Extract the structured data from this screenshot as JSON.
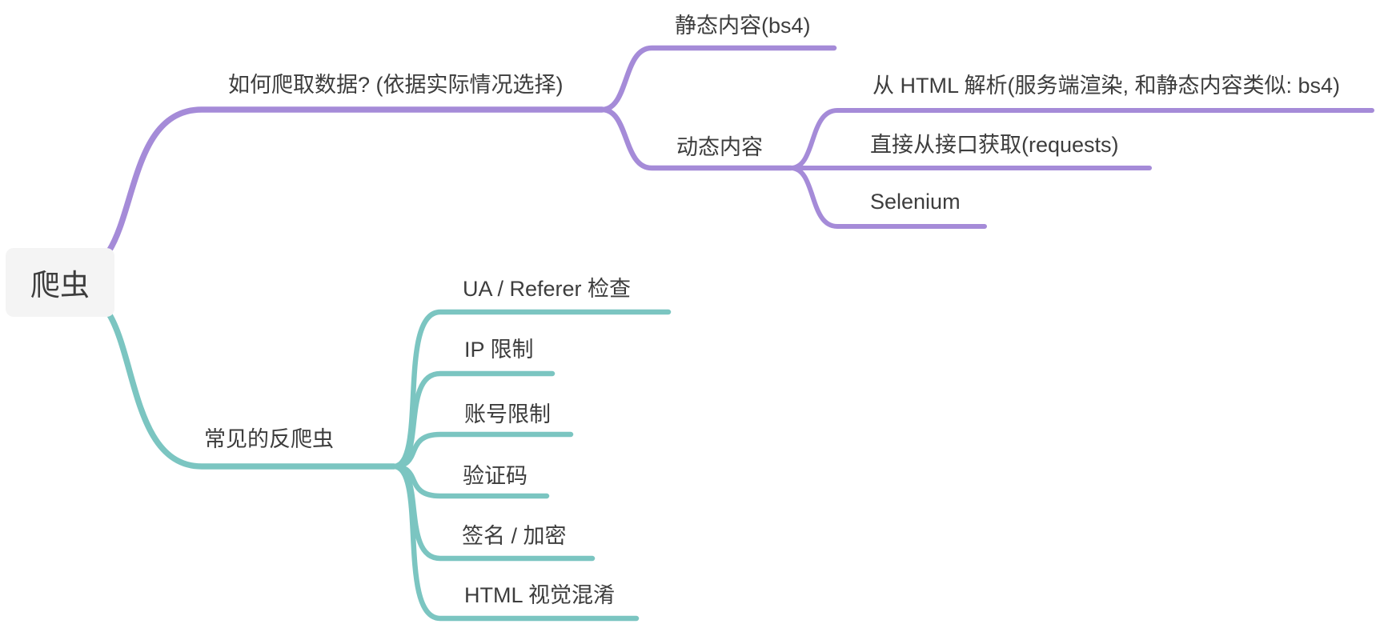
{
  "root": {
    "label": "爬虫"
  },
  "branches": [
    {
      "label": "如何爬取数据? (依据实际情况选择)",
      "color": "#a58bd8",
      "children": [
        {
          "label": "静态内容(bs4)"
        },
        {
          "label": "动态内容",
          "children": [
            {
              "label": "从 HTML 解析(服务端渲染, 和静态内容类似: bs4)"
            },
            {
              "label": "直接从接口获取(requests)"
            },
            {
              "label": "Selenium"
            }
          ]
        }
      ]
    },
    {
      "label": "常见的反爬虫",
      "color": "#7bc5c1",
      "children": [
        {
          "label": "UA / Referer 检查"
        },
        {
          "label": "IP 限制"
        },
        {
          "label": "账号限制"
        },
        {
          "label": "验证码"
        },
        {
          "label": "签名 / 加密"
        },
        {
          "label": "HTML 视觉混淆"
        }
      ]
    }
  ],
  "colors": {
    "branch_1": "#a58bd8",
    "branch_2": "#7bc5c1",
    "root_bg": "#f4f4f4",
    "text_color": "#3d3d3d",
    "bg": "#ffffff"
  }
}
